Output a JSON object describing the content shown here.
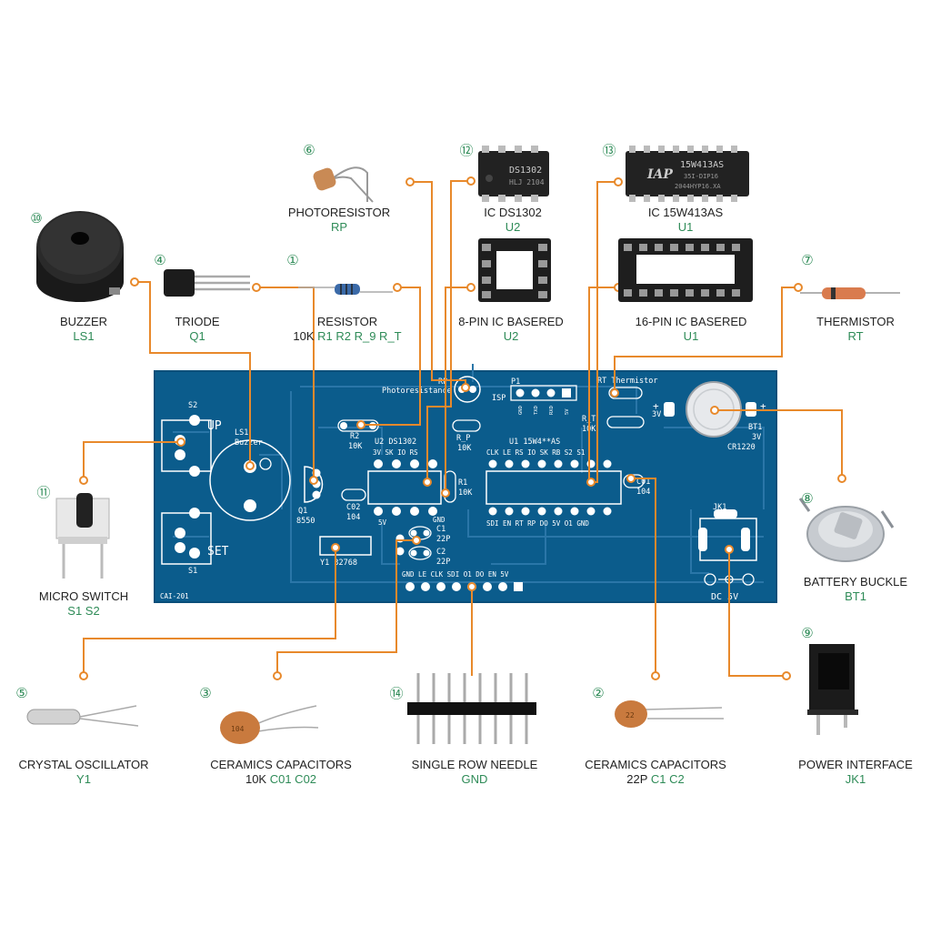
{
  "components": [
    {
      "id": "buzzer",
      "num": "⑩",
      "name": "BUZZER",
      "ref": "LS1"
    },
    {
      "id": "triode",
      "num": "④",
      "name": "TRIODE",
      "ref": "Q1"
    },
    {
      "id": "resistor",
      "num": "①",
      "name": "RESISTOR",
      "prefix": "10K",
      "ref": "R1 R2 R_9 R_T"
    },
    {
      "id": "photoresistor",
      "num": "⑥",
      "name": "PHOTORESISTOR",
      "ref": "RP"
    },
    {
      "id": "ic-ds1302",
      "num": "⑫",
      "name": "IC DS1302",
      "ref": "U2"
    },
    {
      "id": "ic-8pin-base",
      "num": "",
      "name": "8-PIN IC BASERED",
      "ref": "U2"
    },
    {
      "id": "ic-15w413as",
      "num": "⑬",
      "name": "IC 15W413AS",
      "ref": "U1"
    },
    {
      "id": "ic-16pin-base",
      "num": "",
      "name": "16-PIN IC BASERED",
      "ref": "U1"
    },
    {
      "id": "thermistor",
      "num": "⑦",
      "name": "THERMISTOR",
      "ref": "RT"
    },
    {
      "id": "micro-switch",
      "num": "⑪",
      "name": "MICRO SWITCH",
      "ref": "S1 S2"
    },
    {
      "id": "battery-buckle",
      "num": "⑧",
      "name": "BATTERY BUCKLE",
      "ref": "BT1"
    },
    {
      "id": "power-interface",
      "num": "⑨",
      "name": "POWER INTERFACE",
      "ref": "JK1"
    },
    {
      "id": "crystal",
      "num": "⑤",
      "name": "CRYSTAL OSCILLATOR",
      "ref": "Y1"
    },
    {
      "id": "ceramic-10k",
      "num": "③",
      "name": "CERAMICS CAPACITORS",
      "prefix": "10K",
      "ref": "C01 C02"
    },
    {
      "id": "single-row-needle",
      "num": "⑭",
      "name": "SINGLE ROW NEEDLE",
      "ref": "GND"
    },
    {
      "id": "ceramic-22p",
      "num": "②",
      "name": "CERAMICS CAPACITORS",
      "prefix": "22P",
      "ref": "C1 C2"
    }
  ],
  "part_text": {
    "ds1302_chip": "DS1302",
    "ds1302_sub": "HLJ 2104",
    "iap_brand": "IAP",
    "iap_model": "15W413AS",
    "iap_sub1": "35I-DIP16",
    "iap_sub2": "2044HYP16.XA",
    "cap_104": "104",
    "cap_22": "22"
  },
  "pcb": {
    "board_id": "CAI-201",
    "photoresistance": "Photoresistance",
    "rp": "RP",
    "p1": "P1",
    "isp": "ISP",
    "isp_pins": [
      "GND",
      "TXD",
      "RXD",
      "5V"
    ],
    "rt_thermistor": "RT  Thermistor",
    "rt": "R_T",
    "rt_val": "10K",
    "bt1": "BT1",
    "bt1_v": "3V",
    "bt1_cell": "CR1220",
    "plus": "+",
    "bat_3v": "3V",
    "s2": "S2",
    "up": "UP",
    "ls1": "LS1",
    "buzzer": "Buzzer",
    "set": "SET",
    "s1": "S1",
    "r2": "R2",
    "r2_val": "10K",
    "u2_title": "U2  DS1302",
    "u2_pins": "3V  SK  IO  RS",
    "u2_bottom": "5V",
    "r_p": "R_P",
    "r_p_val": "10K",
    "u1_title": "U1  15W4**AS",
    "u1_pins_top": "CLK LE  RS  IO  SK  RB  S2  S1",
    "u1_pins_bottom": "SDI EN  RT  RP  DO  5V  O1  GND",
    "r1": "R1",
    "r1_val": "10K",
    "q1": "Q1",
    "q1_val": "8550",
    "c02": "C02",
    "c02_val": "104",
    "gnd": "GND",
    "c1": "C1",
    "c1_val": "22P",
    "c2": "C2",
    "c2_val": "22P",
    "y1": "Y1  32768",
    "c01": "C01",
    "c01_val": "104",
    "jk1": "JK1",
    "dc": "DC  5V",
    "header_pins": "GND LE  CLK SDI  O1  DO  EN  5V"
  },
  "colors": {
    "pcb_blue": "#0b5c8c",
    "pcb_edge": "#0a4f7a",
    "trace": "#2a76a8",
    "leader": "#e8892b",
    "ref_green": "#2e8b57",
    "silk": "#ffffff"
  }
}
